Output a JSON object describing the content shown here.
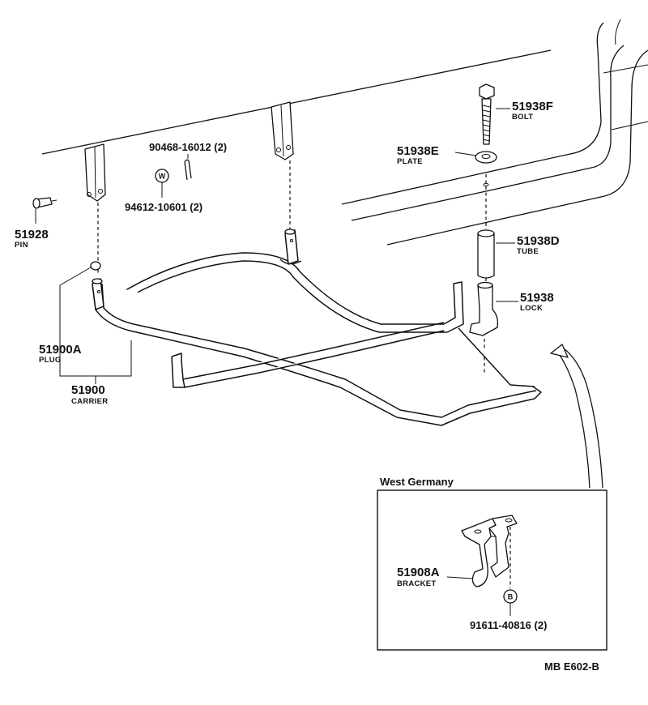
{
  "parts": [
    {
      "id": "51938F",
      "number": "51938F",
      "desc": "BOLT"
    },
    {
      "id": "51938E",
      "number": "51938E",
      "desc": "PLATE"
    },
    {
      "id": "51938D",
      "number": "51938D",
      "desc": "TUBE"
    },
    {
      "id": "51938",
      "number": "51938",
      "desc": "LOCK"
    },
    {
      "id": "51928",
      "number": "51928",
      "desc": "PIN"
    },
    {
      "id": "51900A",
      "number": "51900A",
      "desc": "PLUG"
    },
    {
      "id": "51900",
      "number": "51900",
      "desc": "CARRIER"
    },
    {
      "id": "51908A",
      "number": "51908A",
      "desc": "BRACKET"
    }
  ],
  "callouts": {
    "clip": "90468-16012 (2)",
    "washer": "94612-10601 (2)",
    "washer_symbol": "W",
    "bolt_b": "91611-40816 (2)",
    "bolt_b_symbol": "B"
  },
  "inset": {
    "title": "West Germany"
  },
  "diagram_code": "MB E602-B"
}
